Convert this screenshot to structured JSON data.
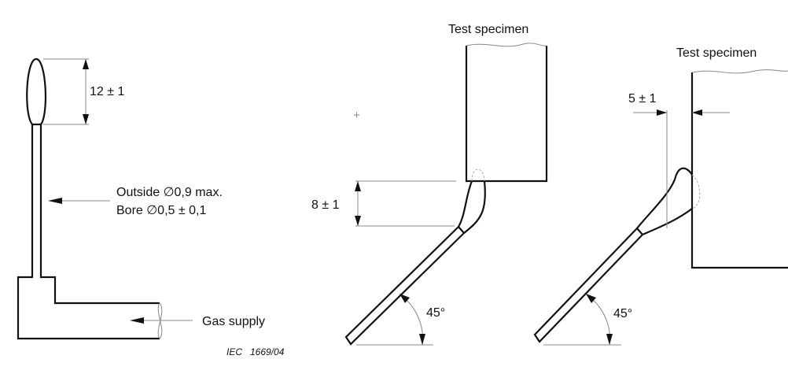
{
  "figure_left": {
    "head_dimension": "12 ± 1",
    "tube_outside": "Outside ∅0,9 max.",
    "tube_bore": "Bore ∅0,5 ± 0,1",
    "gas_label": "Gas supply"
  },
  "figure_middle": {
    "specimen_label": "Test specimen",
    "flame_dimension": "8 ± 1",
    "angle": "45°"
  },
  "figure_right": {
    "specimen_label": "Test specimen",
    "offset_dimension": "5 ± 1",
    "angle": "45°"
  },
  "reference": "IEC   1669/04"
}
